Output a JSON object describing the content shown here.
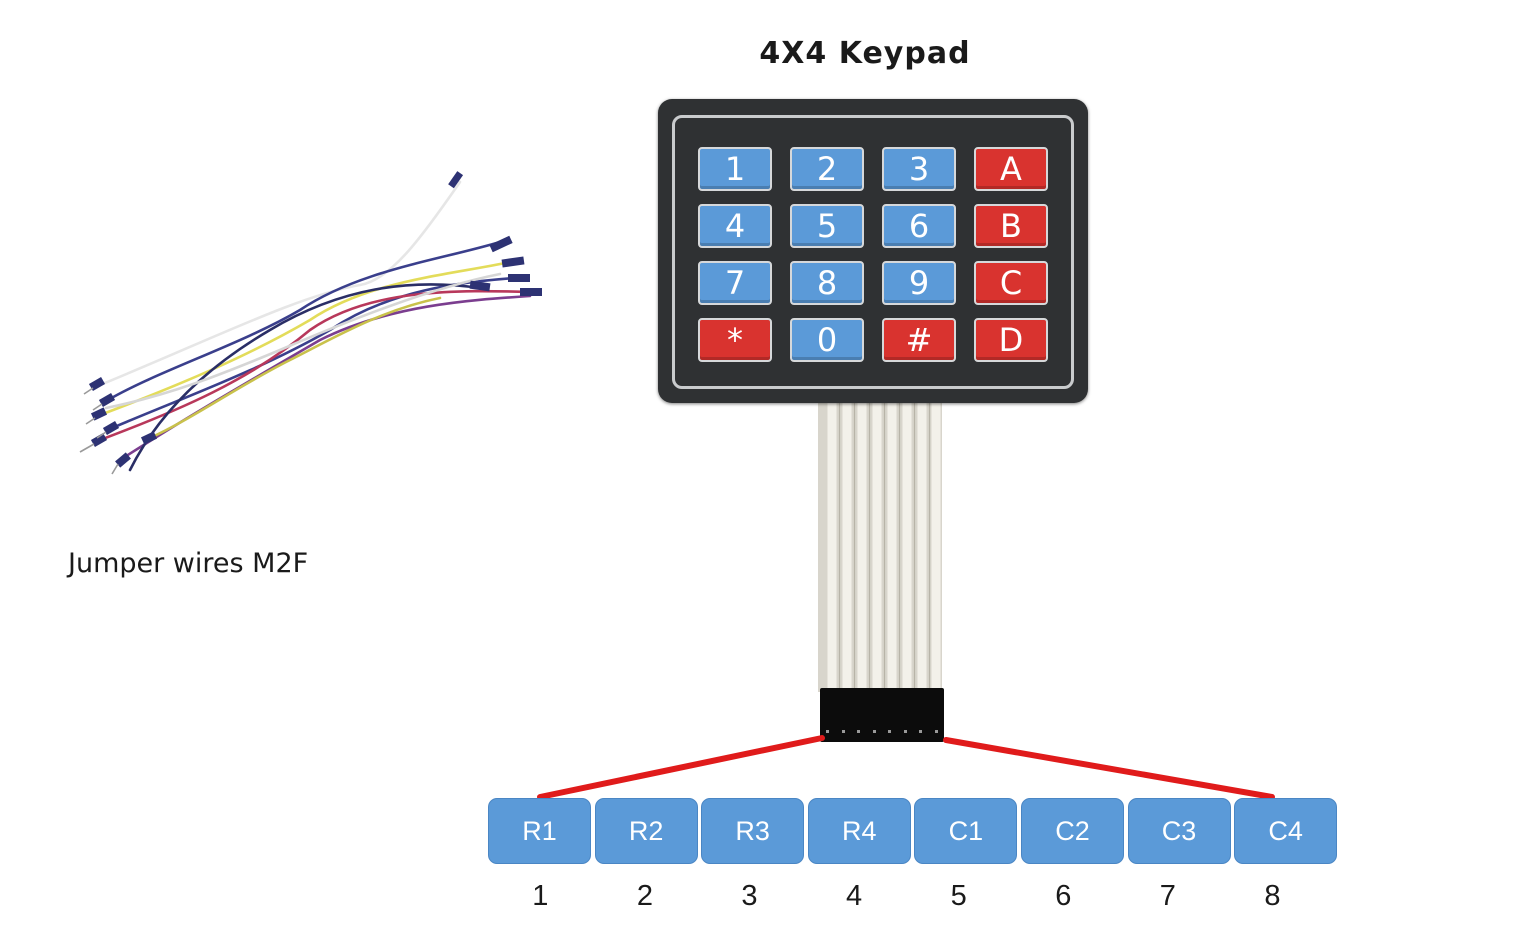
{
  "title": "4X4 Keypad",
  "wires_label": "Jumper wires M2F",
  "keypad": {
    "keys": [
      {
        "label": "1",
        "color": "blue"
      },
      {
        "label": "2",
        "color": "blue"
      },
      {
        "label": "3",
        "color": "blue"
      },
      {
        "label": "A",
        "color": "red"
      },
      {
        "label": "4",
        "color": "blue"
      },
      {
        "label": "5",
        "color": "blue"
      },
      {
        "label": "6",
        "color": "blue"
      },
      {
        "label": "B",
        "color": "red"
      },
      {
        "label": "7",
        "color": "blue"
      },
      {
        "label": "8",
        "color": "blue"
      },
      {
        "label": "9",
        "color": "blue"
      },
      {
        "label": "C",
        "color": "red"
      },
      {
        "label": "*",
        "color": "red"
      },
      {
        "label": "0",
        "color": "blue"
      },
      {
        "label": "#",
        "color": "red"
      },
      {
        "label": "D",
        "color": "red"
      }
    ]
  },
  "pins": [
    {
      "label": "R1",
      "number": "1"
    },
    {
      "label": "R2",
      "number": "2"
    },
    {
      "label": "R3",
      "number": "3"
    },
    {
      "label": "R4",
      "number": "4"
    },
    {
      "label": "C1",
      "number": "5"
    },
    {
      "label": "C2",
      "number": "6"
    },
    {
      "label": "C3",
      "number": "7"
    },
    {
      "label": "C4",
      "number": "8"
    }
  ],
  "colors": {
    "key_blue": "#5b9ad8",
    "key_red": "#d9332f",
    "keypad_body": "#2f3133",
    "pin_box": "#5b9ad8",
    "pointer_line": "#e01b1b"
  }
}
